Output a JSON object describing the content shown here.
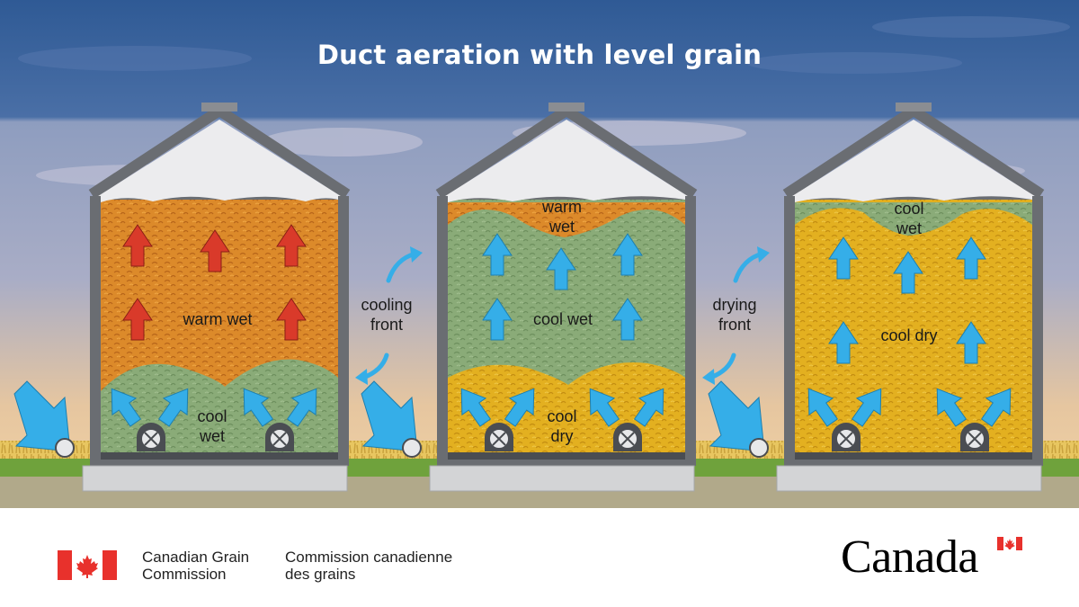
{
  "title": "Duct aeration with level grain",
  "bins": [
    {
      "labels": [
        {
          "id": "bin1-upper",
          "lines": [
            "warm wet"
          ]
        },
        {
          "id": "bin1-lower",
          "lines": [
            "cool",
            "wet"
          ]
        }
      ]
    },
    {
      "labels": [
        {
          "id": "bin2-top",
          "lines": [
            "warm",
            "wet"
          ]
        },
        {
          "id": "bin2-middle",
          "lines": [
            "cool wet"
          ]
        },
        {
          "id": "bin2-lower",
          "lines": [
            "cool",
            "dry"
          ]
        }
      ]
    },
    {
      "labels": [
        {
          "id": "bin3-top",
          "lines": [
            "cool",
            "wet"
          ]
        },
        {
          "id": "bin3-middle",
          "lines": [
            "cool dry"
          ]
        }
      ]
    }
  ],
  "fronts": [
    {
      "lines": [
        "cooling",
        "front"
      ]
    },
    {
      "lines": [
        "drying",
        "front"
      ]
    }
  ],
  "footer": {
    "org_en": [
      "Canadian Grain",
      "Commission"
    ],
    "org_fr": [
      "Commission canadienne",
      "des grains"
    ],
    "wordmark": "Canada"
  },
  "colors": {
    "sky_top": "#2f5a95",
    "warm_wet": "#dc8a2a",
    "cool_wet": "#8aab78",
    "cool_dry": "#e3b020",
    "warm_arrow": "#d93a2a",
    "cool_arrow": "#35aee8",
    "bin_wall": "#6a6d72",
    "flag_red": "#e8312c"
  },
  "icons": [
    "up-arrow-red",
    "up-arrow-blue",
    "air-inflow-arrow",
    "fan-icon",
    "curved-double-arrow",
    "maple-leaf-icon"
  ]
}
